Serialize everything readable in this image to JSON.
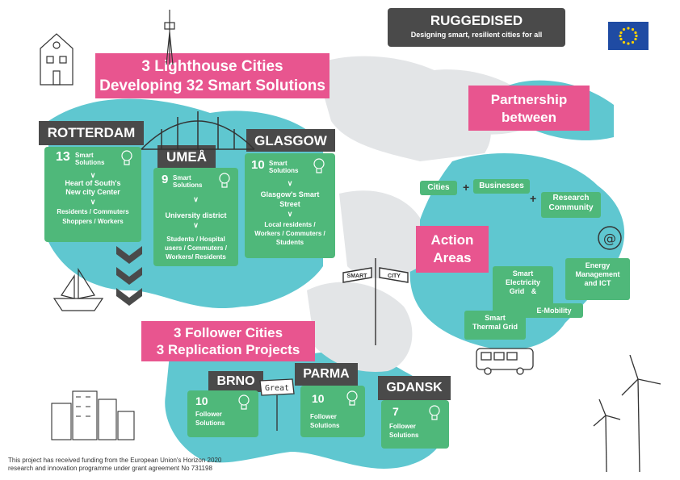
{
  "header": {
    "brand": "RUGGEDISED",
    "tagline": "Designing smart, resilient cities for all"
  },
  "lighthouse_banner": {
    "line1": "3 Lighthouse Cities",
    "line2": "Developing 32 Smart Solutions"
  },
  "lighthouse_cities": [
    {
      "name": "ROTTERDAM",
      "count": "13",
      "count_label_1": "Smart",
      "count_label_2": "Solutions",
      "area_1": "Heart of South's",
      "area_2": "New city Center",
      "people_1": "Residents / Commuters",
      "people_2": "Shoppers  /  Workers"
    },
    {
      "name": "UMEÅ",
      "count": "9",
      "count_label_1": "Smart",
      "count_label_2": "Solutions",
      "area_1": "University district",
      "area_2": "",
      "people_1": "Students / Hospital",
      "people_2": "users / Commuters /",
      "people_3": "Workers/ Residents"
    },
    {
      "name": "GLASGOW",
      "count": "10",
      "count_label_1": "Smart",
      "count_label_2": "Solutions",
      "area_1": "Glasgow's Smart",
      "area_2": "Street",
      "people_1": "Local residents /",
      "people_2": "Workers / Commuters /",
      "people_3": "Students"
    }
  ],
  "partnership": {
    "title_1": "Partnership",
    "title_2": "between",
    "cities": "Cities",
    "businesses": "Businesses",
    "research_1": "Research",
    "research_2": "Community",
    "plus": "+"
  },
  "action_areas": {
    "title_1": "Action",
    "title_2": "Areas",
    "grid_1": "Smart",
    "grid_2": "Electricity",
    "grid_3": "Grid",
    "amp": "&",
    "emobility": "E-Mobility",
    "energy_1": "Energy",
    "energy_2": "Management",
    "energy_3": "and ICT",
    "thermal_1": "Smart",
    "thermal_2": "Thermal Grid"
  },
  "follower_banner": {
    "line1": "3 Follower Cities",
    "line2": "3 Replication Projects"
  },
  "follower_cities": [
    {
      "name": "BRNO",
      "count": "10",
      "label_1": "Follower",
      "label_2": "Solutions"
    },
    {
      "name": "PARMA",
      "count": "10",
      "label_1": "Follower",
      "label_2": "Solutions"
    },
    {
      "name": "GDANSK",
      "count": "7",
      "label_1": "Follower",
      "label_2": "Solutions"
    }
  ],
  "sign": {
    "left": "SMART",
    "right": "CITY"
  },
  "great_sign": "Great",
  "footer": {
    "line1": "This project has received funding from the European Union's Horizon 2020",
    "line2": "research and innovation programme under grant agreement No 731198"
  },
  "colors": {
    "teal": "#5fc7d0",
    "green": "#4fb87a",
    "pink": "#e8558f",
    "dark": "#4a4a4a",
    "grey": "#e3e5e7",
    "eu_blue": "#1f4ba3",
    "eu_gold": "#ffd200"
  },
  "icons": [
    "lightbulb-icon",
    "chevron-down-icon",
    "at-icon",
    "eu-flag-icon"
  ]
}
